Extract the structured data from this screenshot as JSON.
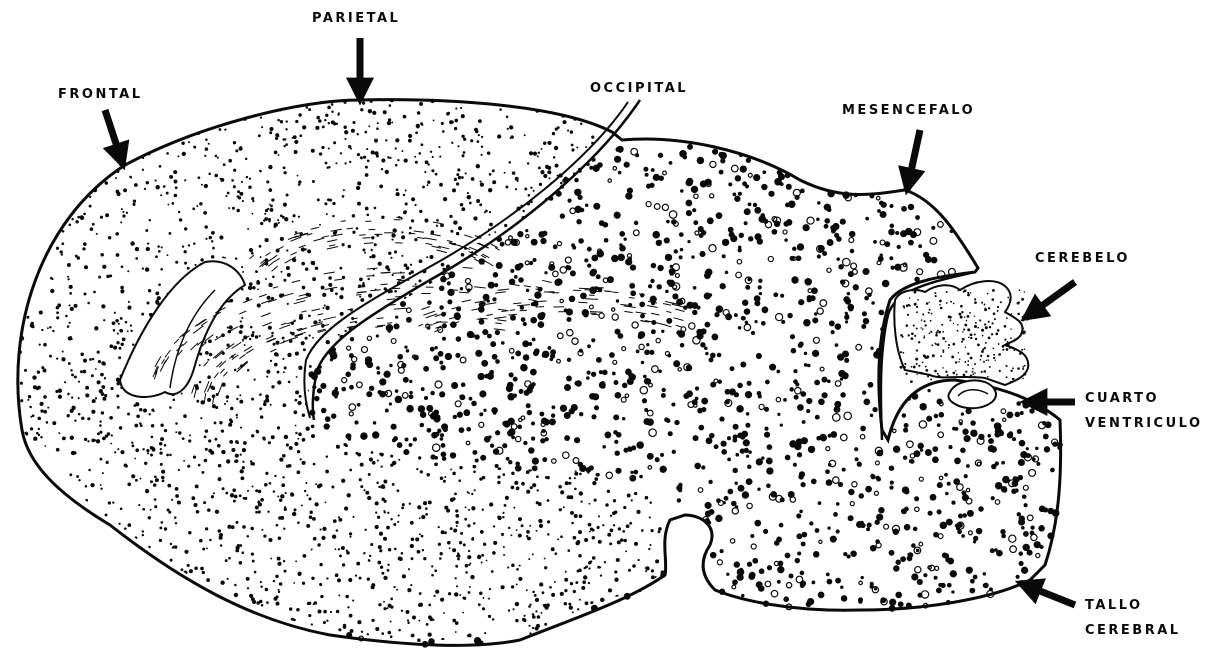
{
  "labels": {
    "frontal": "FRONTAL",
    "parietal": "PARIETAL",
    "occipital": "OCCIPITAL",
    "mesencefalo": "MESENCEFALO",
    "cerebelo": "CEREBELO",
    "cuarto_line1": "CUARTO",
    "cuarto_line2": "VENTRICULO",
    "tallo_line1": "TALLO",
    "tallo_line2": "CEREBRAL"
  },
  "colors": {
    "ink": "#0a0a0a",
    "paper": "#ffffff"
  }
}
